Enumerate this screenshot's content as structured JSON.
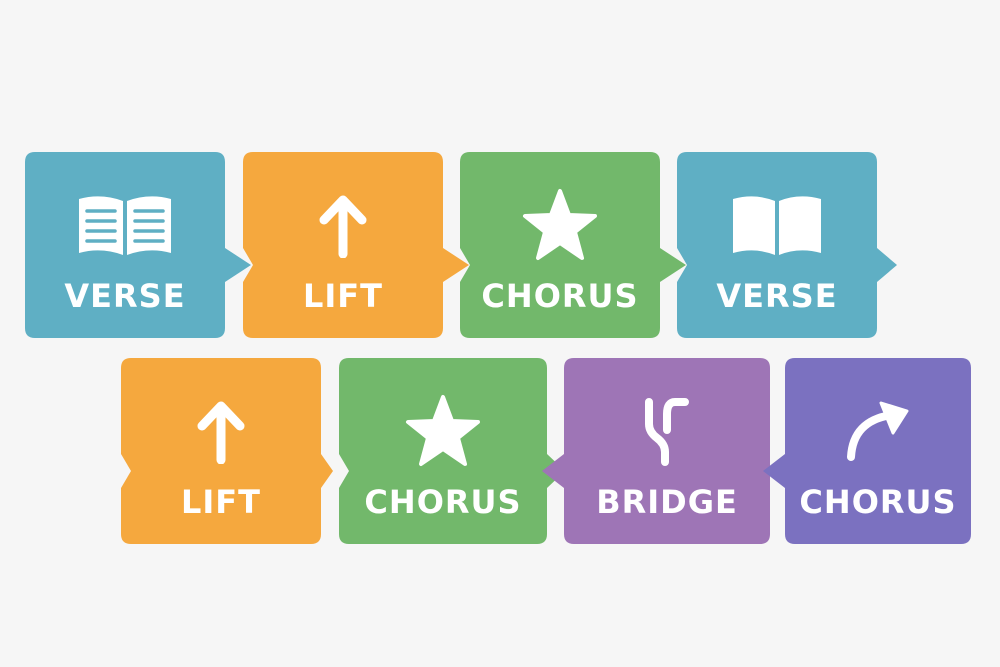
{
  "colors": {
    "background": "#f6f6f6",
    "verse": "#5fafc4",
    "lift": "#f5a83e",
    "chorus": "#72b86b",
    "bridge": "#9e75b6",
    "final_chorus": "#7b71c0"
  },
  "row1": [
    {
      "label": "VERSE",
      "icon": "book-lines-icon",
      "color": "verse"
    },
    {
      "label": "LIFT",
      "icon": "arrow-up-icon",
      "color": "lift"
    },
    {
      "label": "CHORUS",
      "icon": "star-icon",
      "color": "chorus"
    },
    {
      "label": "VERSE",
      "icon": "book-icon",
      "color": "verse"
    }
  ],
  "row2": [
    {
      "label": "LIFT",
      "icon": "arrow-up-icon",
      "color": "lift"
    },
    {
      "label": "CHORUS",
      "icon": "star-icon",
      "color": "chorus"
    },
    {
      "label": "BRIDGE",
      "icon": "fork-icon",
      "color": "bridge"
    },
    {
      "label": "CHORUS",
      "icon": "curved-arrow-icon",
      "color": "final_chorus"
    }
  ]
}
